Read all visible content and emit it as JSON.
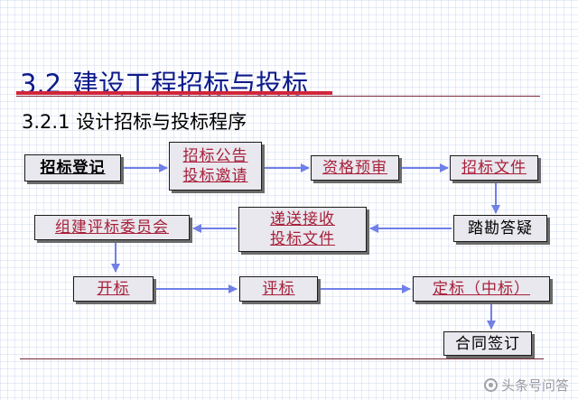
{
  "title": {
    "number": "3.2",
    "text": "建设工程招标与投标"
  },
  "subtitle": "3.2.1 设计招标与投标程序",
  "nodes": {
    "register": "招标登记",
    "announce": [
      "招标公告",
      "投标邀请"
    ],
    "prequalify": "资格预审",
    "documents": "招标文件",
    "survey": "踏勘答疑",
    "submit": [
      "递送接收",
      "投标文件"
    ],
    "committee": "组建评标委员会",
    "open": "开标",
    "evaluate": "评标",
    "award": "定标（中标）",
    "contract": "合同签订"
  },
  "watermark": "头条号问答",
  "colors": {
    "title": "#0d1a8a",
    "accent_red": "#d1253a",
    "node_text": "#a8203a",
    "arrow": "#7080e8",
    "box_fill": "#e8e8ee"
  }
}
